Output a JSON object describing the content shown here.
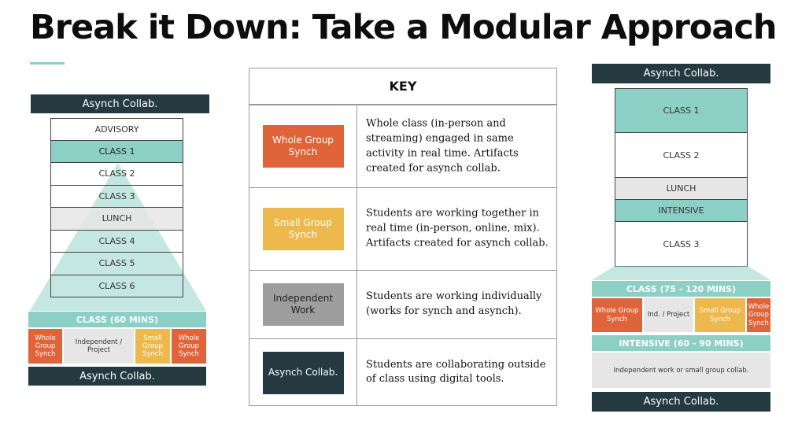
{
  "title": "Break it Down: Take a Modular Approach",
  "colors": {
    "dark": "#243a40",
    "teal": "#8ccfc5",
    "orange": "#e0643a",
    "yellow": "#edb94c",
    "gray": "#9e9e9e",
    "light_gray": "#e6e6e6"
  },
  "left": {
    "top_label": "Asynch Collab.",
    "rows": [
      "ADVISORY",
      "CLASS 1",
      "CLASS 2",
      "CLASS 3",
      "LUNCH",
      "CLASS 4",
      "CLASS 5",
      "CLASS 6"
    ],
    "class_bar": "CLASS (60 MINS)",
    "blocks": [
      "Whole Group Synch",
      "Independent / Project",
      "Small Group Synch",
      "Whole Group Synch"
    ],
    "bottom_label": "Asynch Collab."
  },
  "key": {
    "heading": "KEY",
    "items": [
      {
        "label": "Whole Group Synch",
        "desc": "Whole class (in-person and streaming) engaged in same activity in real time. Artifacts created for asynch collab."
      },
      {
        "label": "Small Group Synch",
        "desc": "Students are working together in real time (in-person, online, mix). Artifacts created for asynch collab."
      },
      {
        "label": "Independent Work",
        "desc": "Students are working individually (works for synch and asynch)."
      },
      {
        "label": "Asynch Collab.",
        "desc": "Students are collaborating outside of class using digital tools."
      }
    ]
  },
  "right": {
    "top_label": "Asynch Collab.",
    "rows": [
      "CLASS 1",
      "CLASS 2",
      "LUNCH",
      "INTENSIVE",
      "CLASS 3"
    ],
    "class_bar": "CLASS (75 - 120 MINS)",
    "blocks": [
      "Whole Group Synch",
      "Ind. / Project",
      "Small Group Synch",
      "Whole Group Synch"
    ],
    "intensive_bar": "INTENSIVE (60 - 90 MINS)",
    "intensive_desc": "Independent work or small group collab.",
    "bottom_label": "Asynch Collab."
  }
}
